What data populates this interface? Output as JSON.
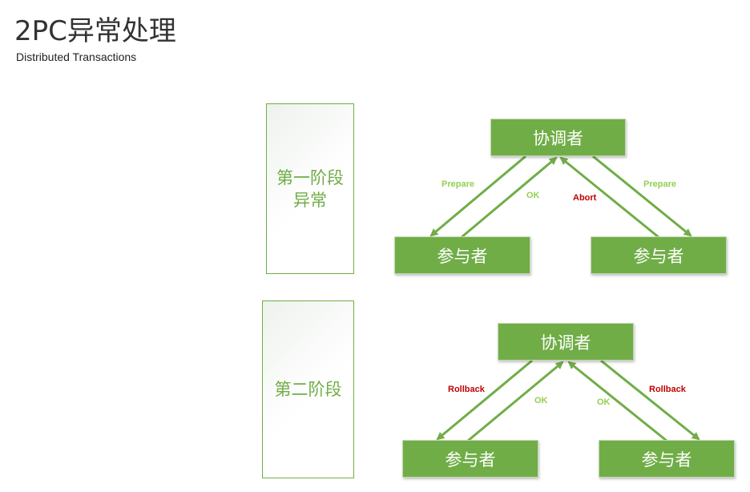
{
  "header": {
    "title": "2PC异常处理",
    "subtitle": "Distributed Transactions"
  },
  "colors": {
    "node_fill": "#70ad47",
    "arrow": "#70ad47",
    "label_green": "#92d050",
    "label_red": "#c00000"
  },
  "phase1": {
    "label": "第一阶段\n异常",
    "coordinator": "协调者",
    "participant_left": "参与者",
    "participant_right": "参与者",
    "msg_prepare_left": "Prepare",
    "msg_ok_left": "OK",
    "msg_abort_right": "Abort",
    "msg_prepare_right": "Prepare"
  },
  "phase2": {
    "label": "第二阶段",
    "coordinator": "协调者",
    "participant_left": "参与者",
    "participant_right": "参与者",
    "msg_rollback_left": "Rollback",
    "msg_ok_left": "OK",
    "msg_ok_right": "OK",
    "msg_rollback_right": "Rollback"
  }
}
